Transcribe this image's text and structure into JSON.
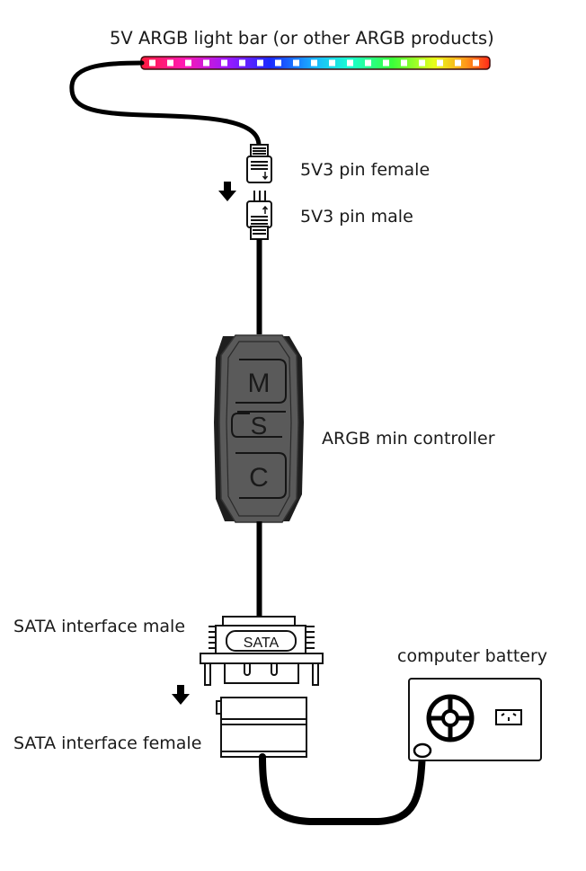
{
  "diagram": {
    "title": "5V ARGB light bar (or other ARGB products)",
    "labels": {
      "pin_female": "5V3 pin female",
      "pin_male": "5V3 pin male",
      "controller": "ARGB min controller",
      "sata_male": "SATA interface male",
      "sata_female": "SATA interface female",
      "battery": "computer battery"
    },
    "controller_buttons": [
      "M",
      "S",
      "C"
    ],
    "sata_badge": "SATA",
    "led_colors": [
      "#ff1a3c",
      "#ff1a6e",
      "#ff1aa8",
      "#f01ae0",
      "#b41aff",
      "#6a1aff",
      "#2a2aff",
      "#1a5aff",
      "#1a9aff",
      "#1ad0ff",
      "#1affe8",
      "#1affb0",
      "#1aff70",
      "#4aff2a",
      "#9aff1a",
      "#e0ff1a",
      "#ffe01a",
      "#ffb01a",
      "#ff801a",
      "#ff401a"
    ]
  }
}
